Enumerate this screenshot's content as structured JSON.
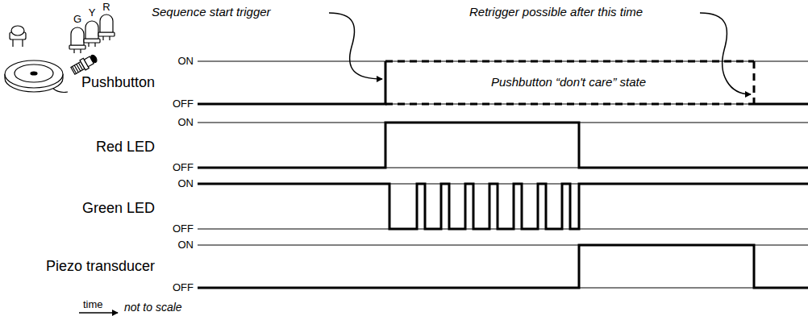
{
  "diagram": {
    "labels": [
      "G",
      "Y",
      "R",
      "Sequence start trigger",
      "Retrigger possible after this time",
      "ON",
      "Pushbutton",
      "Pushbutton “don't care” state",
      "OFF",
      "ON",
      "Red LED",
      "OFF",
      "ON",
      "Green LED",
      "OFF",
      "ON",
      "Piezo transducer",
      "OFF",
      "time",
      "not to scale"
    ]
  }
}
